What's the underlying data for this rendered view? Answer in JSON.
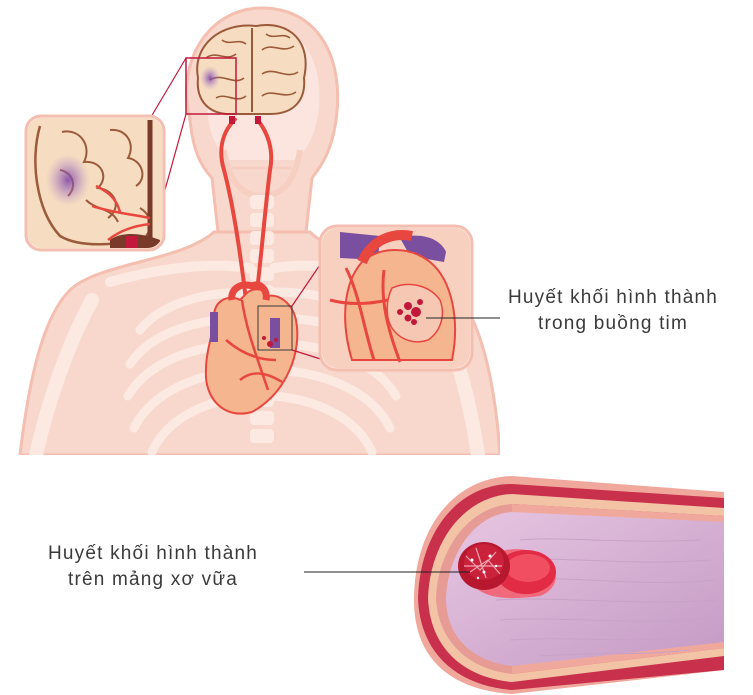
{
  "labels": {
    "heart_thrombus": {
      "line1": "Huyết khối hình thành",
      "line2": "trong buồng tim"
    },
    "plaque_thrombus": {
      "line1": "Huyết khối hình thành",
      "line2": "trên mảng xơ vữa"
    }
  },
  "colors": {
    "body_fill": "#f8d8cc",
    "body_outline": "#f4beb0",
    "bone": "#fbe9e2",
    "brain": "#f6dcc0",
    "brain_outline": "#9b5a3a",
    "artery": "#e8473f",
    "vein": "#7a4fa0",
    "heart": "#f5b58e",
    "clot": "#c2183a",
    "vessel_wall": "#c8304c",
    "vessel_inner": "#d9b8d8",
    "leader_line": "#222222"
  }
}
